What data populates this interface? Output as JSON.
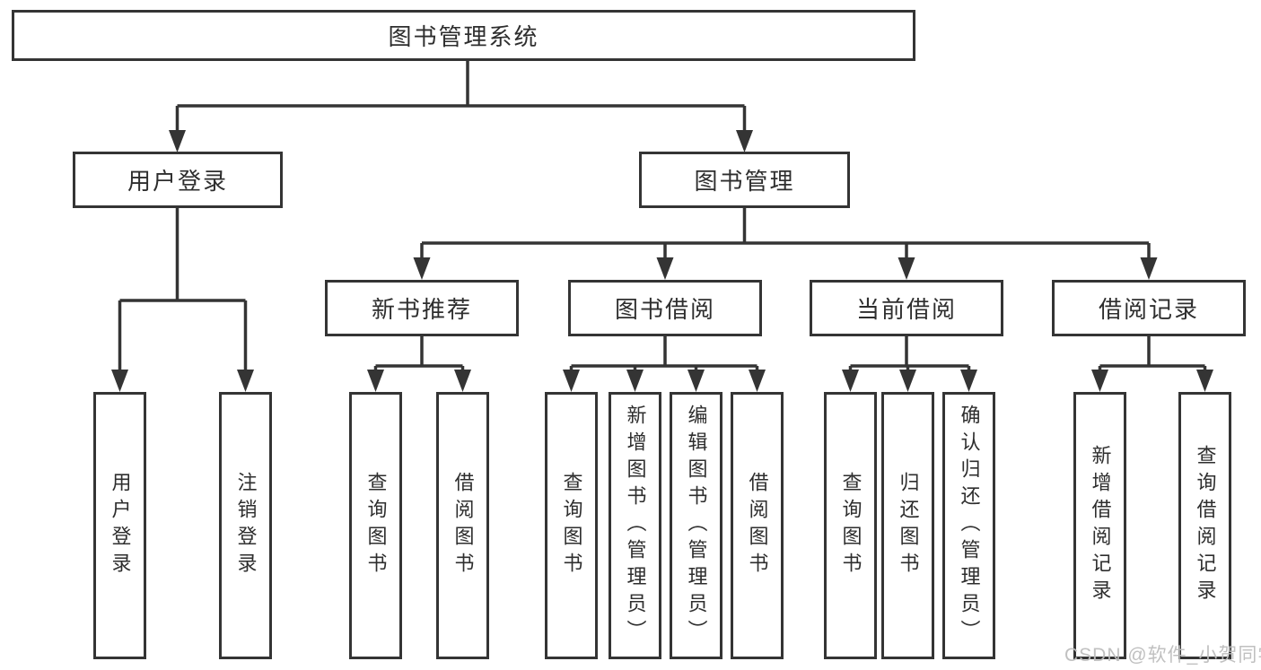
{
  "tree": {
    "root": {
      "label": "图书管理系统",
      "children": [
        {
          "label": "用户登录",
          "children": [
            {
              "label": "用户登录"
            },
            {
              "label": "注销登录"
            }
          ]
        },
        {
          "label": "图书管理",
          "children": [
            {
              "label": "新书推荐",
              "children": [
                {
                  "label": "查询图书"
                },
                {
                  "label": "借阅图书"
                }
              ]
            },
            {
              "label": "图书借阅",
              "children": [
                {
                  "label": "查询图书"
                },
                {
                  "label": "新增图书（管理员）"
                },
                {
                  "label": "编辑图书（管理员）"
                },
                {
                  "label": "借阅图书"
                }
              ]
            },
            {
              "label": "当前借阅",
              "children": [
                {
                  "label": "查询图书"
                },
                {
                  "label": "归还图书"
                },
                {
                  "label": "确认归还（管理员）"
                }
              ]
            },
            {
              "label": "借阅记录",
              "children": [
                {
                  "label": "新增借阅记录"
                },
                {
                  "label": "查询借阅记录"
                }
              ]
            }
          ]
        }
      ]
    }
  },
  "watermark": {
    "text": "CSDN @软件_小贺同学"
  },
  "colors": {
    "line": "#343434",
    "text": "#2e2e2e",
    "background": "#ffffff",
    "watermark": "#bdbdbd"
  }
}
